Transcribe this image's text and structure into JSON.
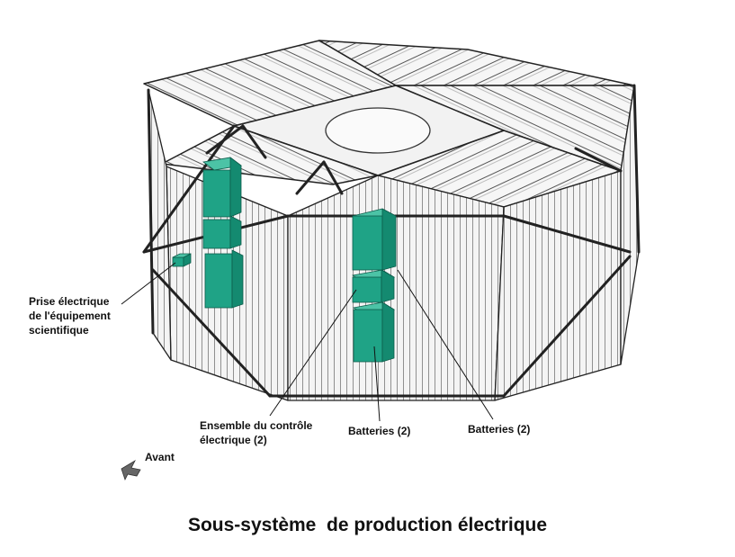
{
  "labels": {
    "science_power_outlet": [
      "Prise électrique",
      "de l'équipement",
      "scientifique"
    ],
    "power_control_unit": [
      "Ensemble du contrôle",
      "électrique (2)"
    ],
    "batteries_left": "Batteries (2)",
    "batteries_right": "Batteries (2)",
    "front": "Avant"
  },
  "title": "Sous-système  de production électrique",
  "colors": {
    "component_fill": "#1fa386",
    "component_top": "#4cc3a6",
    "component_side": "#148a70",
    "structure_stroke": "#222222",
    "structure_fill": "#f2f2f2"
  },
  "icons": [
    "front-arrow-icon"
  ]
}
